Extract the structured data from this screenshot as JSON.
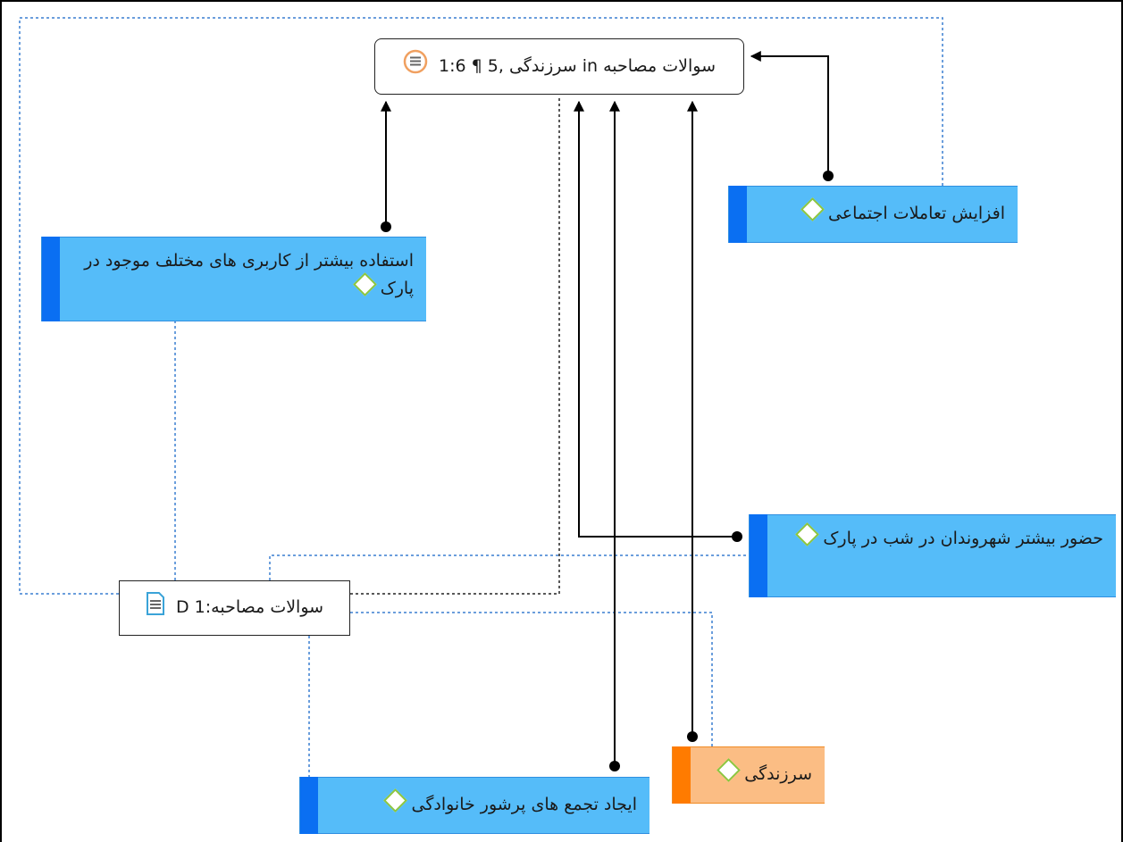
{
  "diagram": {
    "nodes": [
      {
        "id": "quote",
        "kind": "document",
        "label": "سوالات مصاحبه in سرزندگی ,5 ¶ 1:6",
        "icon": "quotation-icon"
      },
      {
        "id": "doc",
        "kind": "document",
        "label": "سوالات مصاحبه:1 D",
        "icon": "document-icon"
      },
      {
        "id": "social",
        "kind": "code",
        "label": "افزایش تعاملات اجتماعی",
        "icon": "code-diamond-icon"
      },
      {
        "id": "parkuse",
        "kind": "code",
        "label": "استفاده بیشتر از کاربری های مختلف موجود در پارک",
        "icon": "code-diamond-icon"
      },
      {
        "id": "night",
        "kind": "code",
        "label": "حضور بیشتر شهروندان در شب در پارک",
        "icon": "code-diamond-icon"
      },
      {
        "id": "vitality",
        "kind": "code",
        "label": "سرزندگی",
        "icon": "code-diamond-icon",
        "color": "#fbbd84"
      },
      {
        "id": "family",
        "kind": "code",
        "label": "ایجاد تجمع های پرشور خانوادگی",
        "icon": "code-diamond-icon"
      }
    ]
  },
  "colors": {
    "code_fill": "#55bcf9",
    "code_bar": "#0a6ff2",
    "vitality_fill": "#fbbd84",
    "vitality_bar": "#ff7b00",
    "dotted_link": "#3a7fd0"
  }
}
